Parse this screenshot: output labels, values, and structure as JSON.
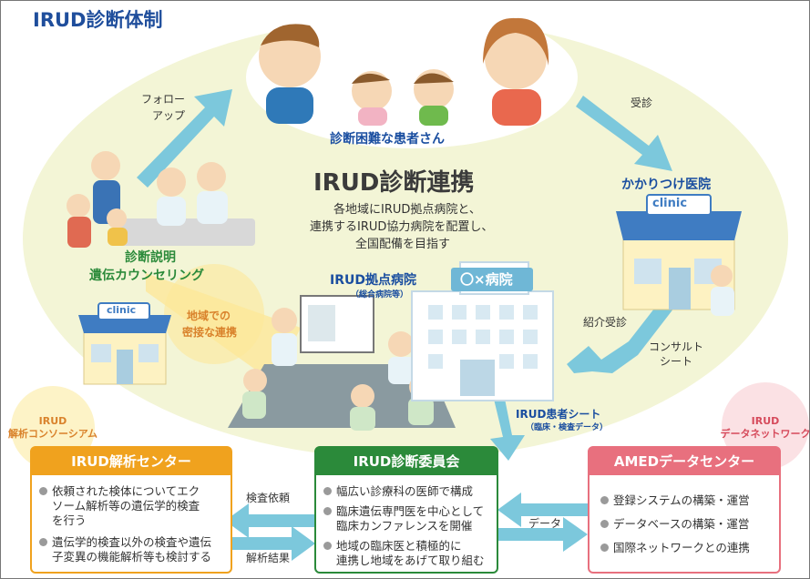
{
  "header": {
    "title": "IRUD診断体制"
  },
  "patients": {
    "label": "診断困難な患者さん"
  },
  "center": {
    "title": "IRUD診断連携",
    "desc": [
      "各地域にIRUD拠点病院と、",
      "連携するIRUD協力病院を配置し、",
      "全国配備を目指す"
    ]
  },
  "arrows": {
    "follow": [
      "フォロー",
      "アップ"
    ],
    "visit": "受診",
    "referral": "紹介受診",
    "consult": [
      "コンサルト",
      "シート"
    ],
    "region": [
      "地域での",
      "密接な連携"
    ],
    "request": "検査依頼",
    "results": "解析結果",
    "data": "データ"
  },
  "clinic_main": {
    "title": "かかりつけ医院",
    "sign": "clinic"
  },
  "clinic_left": {
    "sign": "clinic"
  },
  "counseling": [
    "診断説明",
    "遺伝カウンセリング"
  ],
  "hospital": {
    "title": "IRUD拠点病院",
    "sub": "（総合病院等）",
    "sign": "〇×病院"
  },
  "patient_sheet": {
    "title": "IRUD患者シート",
    "sub": "（臨床・検査データ）"
  },
  "consortium": [
    "IRUD",
    "解析コンソーシアム"
  ],
  "network": [
    "IRUD",
    "データネットワーク"
  ],
  "panels": {
    "analysis": {
      "title": "IRUD解析センター",
      "items": [
        [
          "依頼された検体についてエク",
          "ソーム解析等の遺伝学的検査",
          "を行う"
        ],
        [
          "遺伝学的検査以外の検査や遺伝",
          "子変異の機能解析等も検討する"
        ]
      ]
    },
    "committee": {
      "title": "IRUD診断委員会",
      "items": [
        [
          "幅広い診療科の医師で構成"
        ],
        [
          "臨床遺伝専門医を中心として",
          "臨床カンファレンスを開催"
        ],
        [
          "地域の臨床医と積極的に",
          "連携し地域をあげて取り組む"
        ]
      ]
    },
    "amed": {
      "title": "AMEDデータセンター",
      "items": [
        [
          "登録システムの構築・運営"
        ],
        [
          "データベースの構築・運営"
        ],
        [
          "国際ネットワークとの連携"
        ]
      ]
    }
  },
  "colors": {
    "title_blue": "#1f4e9c",
    "green": "#2b8a3a",
    "orange": "#f0a21e",
    "pink": "#e8707e",
    "arrow": "#7cc8dc",
    "ellipse": "#f3f5d6"
  }
}
